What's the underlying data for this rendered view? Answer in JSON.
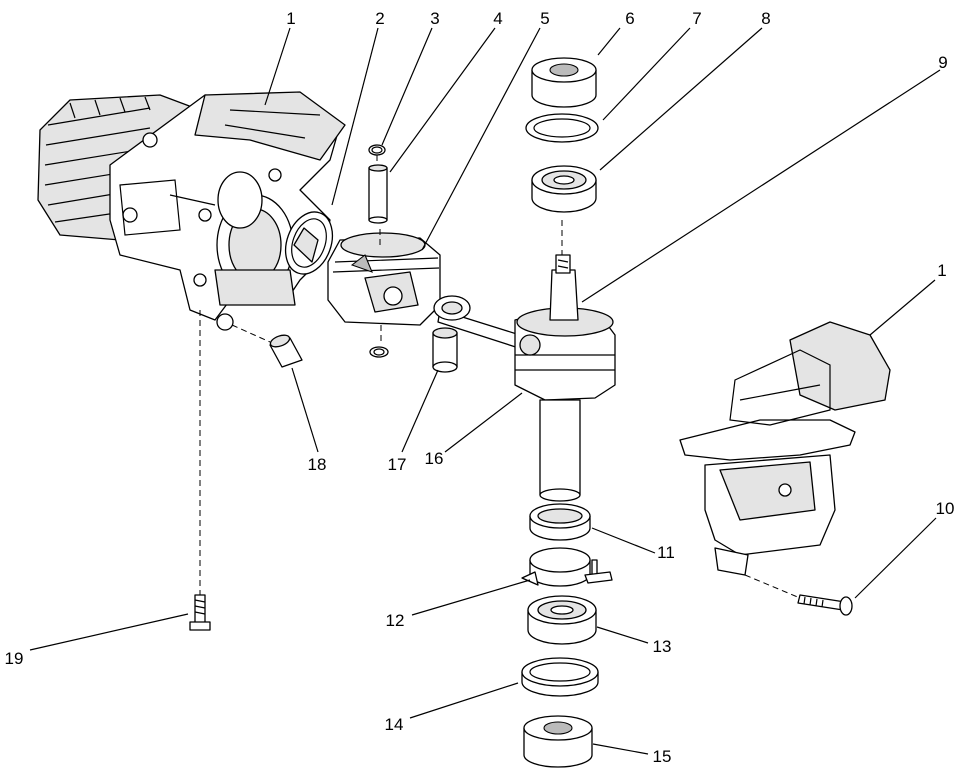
{
  "callouts": [
    {
      "id": "c1a",
      "text": "1"
    },
    {
      "id": "c2",
      "text": "2"
    },
    {
      "id": "c3",
      "text": "3"
    },
    {
      "id": "c4",
      "text": "4"
    },
    {
      "id": "c5",
      "text": "5"
    },
    {
      "id": "c6",
      "text": "6"
    },
    {
      "id": "c7",
      "text": "7"
    },
    {
      "id": "c8",
      "text": "8"
    },
    {
      "id": "c9",
      "text": "9"
    },
    {
      "id": "c1b",
      "text": "1"
    },
    {
      "id": "c10",
      "text": "10"
    },
    {
      "id": "c11",
      "text": "11"
    },
    {
      "id": "c12",
      "text": "12"
    },
    {
      "id": "c13",
      "text": "13"
    },
    {
      "id": "c14",
      "text": "14"
    },
    {
      "id": "c15",
      "text": "15"
    },
    {
      "id": "c16",
      "text": "16"
    },
    {
      "id": "c17",
      "text": "17"
    },
    {
      "id": "c18",
      "text": "18"
    },
    {
      "id": "c19",
      "text": "19"
    }
  ]
}
